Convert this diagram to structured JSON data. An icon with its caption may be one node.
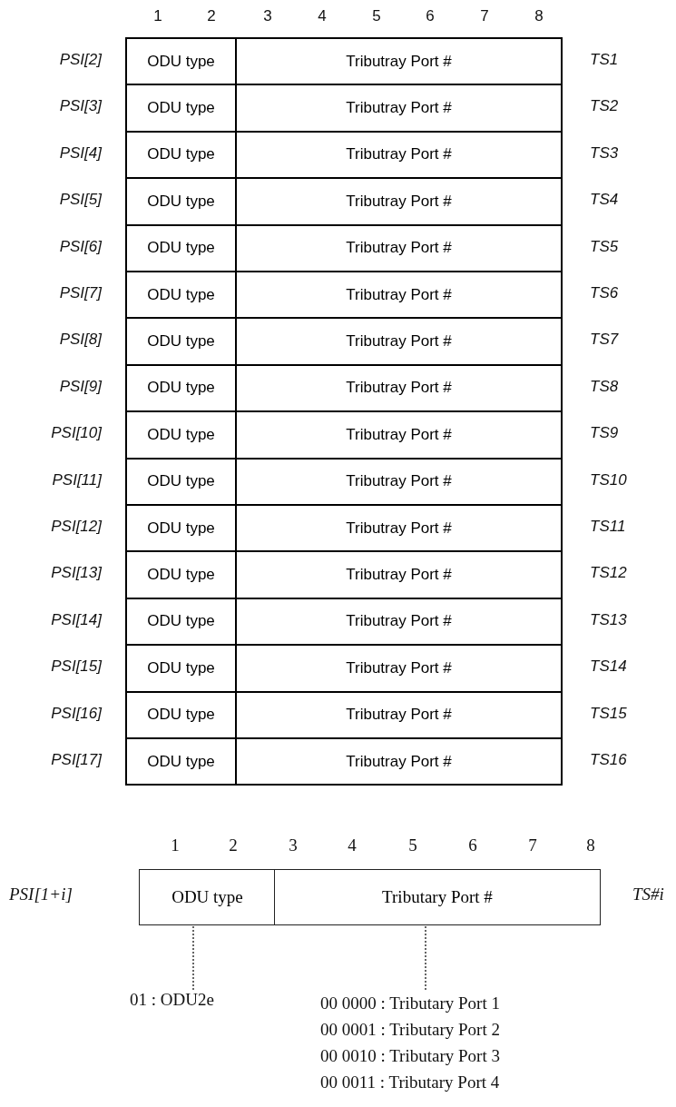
{
  "diagram": {
    "nodes": [
      {
        "text": [
          "ODU type"
        ]
      },
      {
        "text": [
          "Tributary Port #"
        ]
      },
      {
        "text": [
          "01 : ODU2e"
        ]
      },
      {
        "text": [
          "00 0000 : Tributary Port 1",
          "00 0001 : Tributary Port 2",
          "00 0010 : Tributary Port 3",
          "00 0011 : Tributary Port 4"
        ]
      }
    ],
    "edges": [
      {
        "from": 2,
        "to": 0,
        "arrow": "none",
        "style": "dashed"
      },
      {
        "from": 3,
        "to": 1,
        "arrow": "none",
        "style": "dashed"
      }
    ],
    "labels": [
      "1",
      "2",
      "3",
      "4",
      "5",
      "6",
      "7",
      "8",
      "PSI[2]",
      "ODU type",
      "Tributray Port #",
      "TS1",
      "PSI[3]",
      "ODU type",
      "Tributray Port #",
      "TS2",
      "PSI[4]",
      "ODU type",
      "Tributray Port #",
      "TS3",
      "PSI[5]",
      "ODU type",
      "Tributray Port #",
      "TS4",
      "PSI[6]",
      "ODU type",
      "Tributray Port #",
      "TS5",
      "PSI[7]",
      "ODU type",
      "Tributray Port #",
      "TS6",
      "PSI[8]",
      "ODU type",
      "Tributray Port #",
      "TS7",
      "PSI[9]",
      "ODU type",
      "Tributray Port #",
      "TS8",
      "PSI[10]",
      "ODU type",
      "Tributray Port #",
      "TS9",
      "PSI[11]",
      "ODU type",
      "Tributray Port #",
      "TS10",
      "PSI[12]",
      "ODU type",
      "Tributray Port #",
      "TS11",
      "PSI[13]",
      "ODU type",
      "Tributray Port #",
      "TS12",
      "PSI[14]",
      "ODU type",
      "Tributray Port #",
      "TS13",
      "PSI[15]",
      "ODU type",
      "Tributray Port #",
      "TS14",
      "PSI[16]",
      "ODU type",
      "Tributray Port #",
      "TS15",
      "PSI[17]",
      "ODU type",
      "Tributray Port #",
      "TS16",
      "1",
      "2",
      "3",
      "4",
      "5",
      "6",
      "7",
      "8",
      "PSI[1+i]",
      "TS#i"
    ]
  }
}
